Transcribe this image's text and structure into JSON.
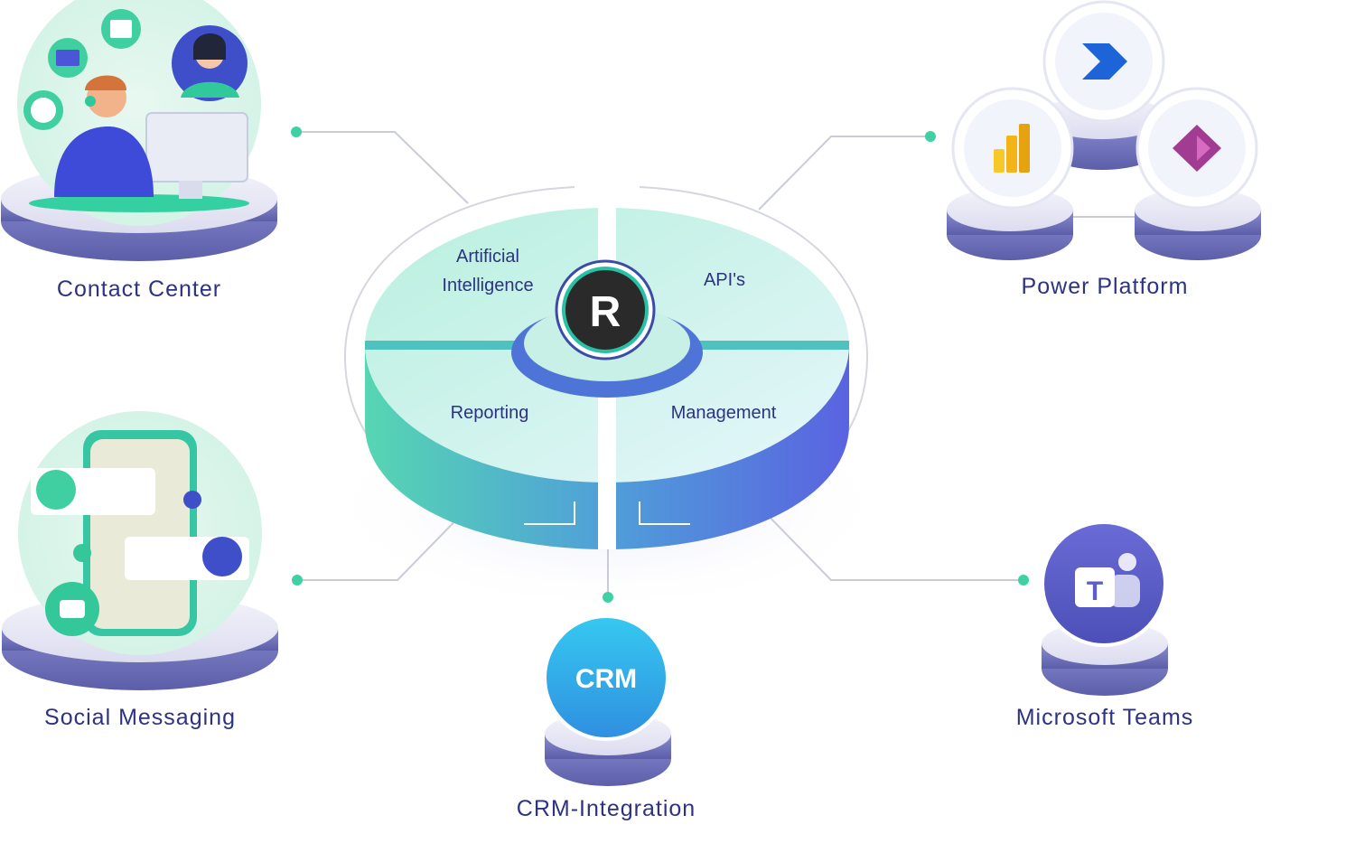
{
  "hub": {
    "logo_letter": "R",
    "segments": {
      "top_left": [
        "Artificial",
        "Intelligence"
      ],
      "top_right": "API's",
      "bottom_left": "Reporting",
      "bottom_right": "Management"
    }
  },
  "nodes": {
    "contact_center": {
      "label": "Contact Center",
      "icon": "agent-at-computer-illustration"
    },
    "social_messaging": {
      "label": "Social Messaging",
      "icon": "phone-chat-illustration"
    },
    "crm": {
      "label": "CRM-Integration",
      "badge": "CRM"
    },
    "power_platform": {
      "label": "Power Platform",
      "icons": [
        "power-automate-icon",
        "power-bi-icon",
        "power-apps-icon"
      ]
    },
    "teams": {
      "label": "Microsoft Teams",
      "badge": "T"
    }
  },
  "colors": {
    "label": "#2d3382",
    "connector": "#c9ccd6",
    "dot": "#3fd1a4",
    "platform": "#7f82c6",
    "platform_side": "#5a5ca8"
  }
}
